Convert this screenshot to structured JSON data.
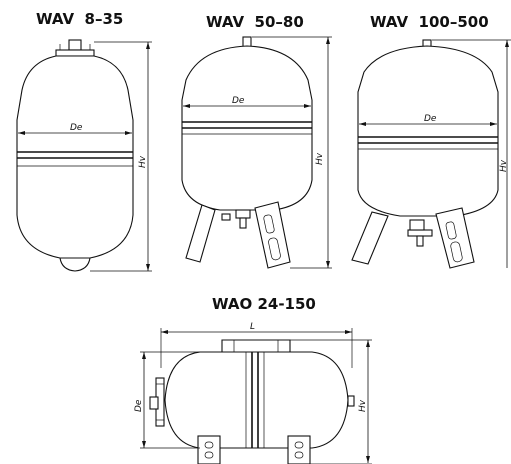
{
  "titles": {
    "vessel_1": "WAV  8–35",
    "vessel_2": "WAV  50–80",
    "vessel_3": "WAV  100–500",
    "vessel_4": "WAO 24-150"
  },
  "dimension_labels": {
    "diameter": "De",
    "height": "Hv",
    "length": "L"
  }
}
